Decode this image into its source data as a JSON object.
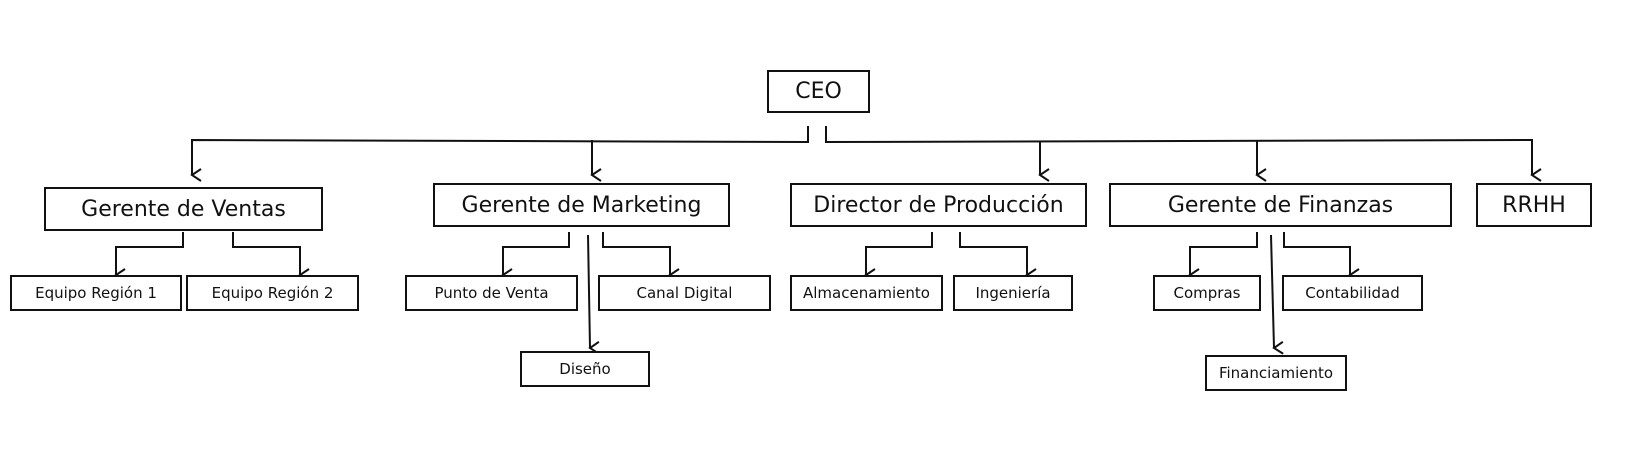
{
  "chart": {
    "ceo": "CEO",
    "managers": {
      "ventas": "Gerente de Ventas",
      "marketing": "Gerente de Marketing",
      "produccion": "Director de Producción",
      "finanzas": "Gerente de Finanzas",
      "rrhh": "RRHH"
    },
    "teams": {
      "region1": "Equipo Región 1",
      "region2": "Equipo Región 2",
      "punto_venta": "Punto de Venta",
      "canal_digital": "Canal Digital",
      "diseno": "Diseño",
      "almacenamiento": "Almacenamiento",
      "ingenieria": "Ingeniería",
      "compras": "Compras",
      "contabilidad": "Contabilidad",
      "financiamiento": "Financiamiento"
    }
  }
}
